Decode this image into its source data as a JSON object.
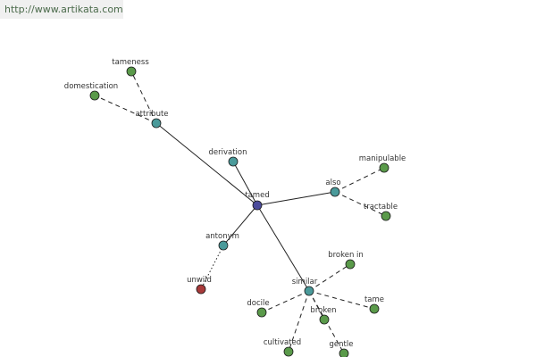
{
  "header": {
    "url_text": "http://www.artikata.com"
  },
  "colors": {
    "center": "#4b4b9b",
    "relation": "#4a9a9a",
    "term": "#5a9a4a",
    "antonym_term": "#a83a3a"
  },
  "graph": {
    "center": {
      "id": "tamed",
      "label": "tamed"
    },
    "relations": [
      {
        "id": "attribute",
        "label": "attribute"
      },
      {
        "id": "derivation",
        "label": "derivation"
      },
      {
        "id": "also",
        "label": "also"
      },
      {
        "id": "antonym",
        "label": "antonym"
      },
      {
        "id": "similar",
        "label": "similar"
      }
    ],
    "terms": [
      {
        "id": "tameness",
        "label": "tameness",
        "relation": "attribute"
      },
      {
        "id": "domestication",
        "label": "domestication",
        "relation": "attribute"
      },
      {
        "id": "manipulable",
        "label": "manipulable",
        "relation": "also"
      },
      {
        "id": "tractable",
        "label": "tractable",
        "relation": "also"
      },
      {
        "id": "unwild",
        "label": "unwild",
        "relation": "antonym"
      },
      {
        "id": "broken-in",
        "label": "broken in",
        "relation": "similar"
      },
      {
        "id": "docile",
        "label": "docile",
        "relation": "similar"
      },
      {
        "id": "tame",
        "label": "tame",
        "relation": "similar"
      },
      {
        "id": "broken",
        "label": "broken",
        "relation": "similar"
      },
      {
        "id": "cultivated",
        "label": "cultivated",
        "relation": "similar"
      },
      {
        "id": "gentle",
        "label": "gentle",
        "relation": "similar"
      }
    ]
  }
}
